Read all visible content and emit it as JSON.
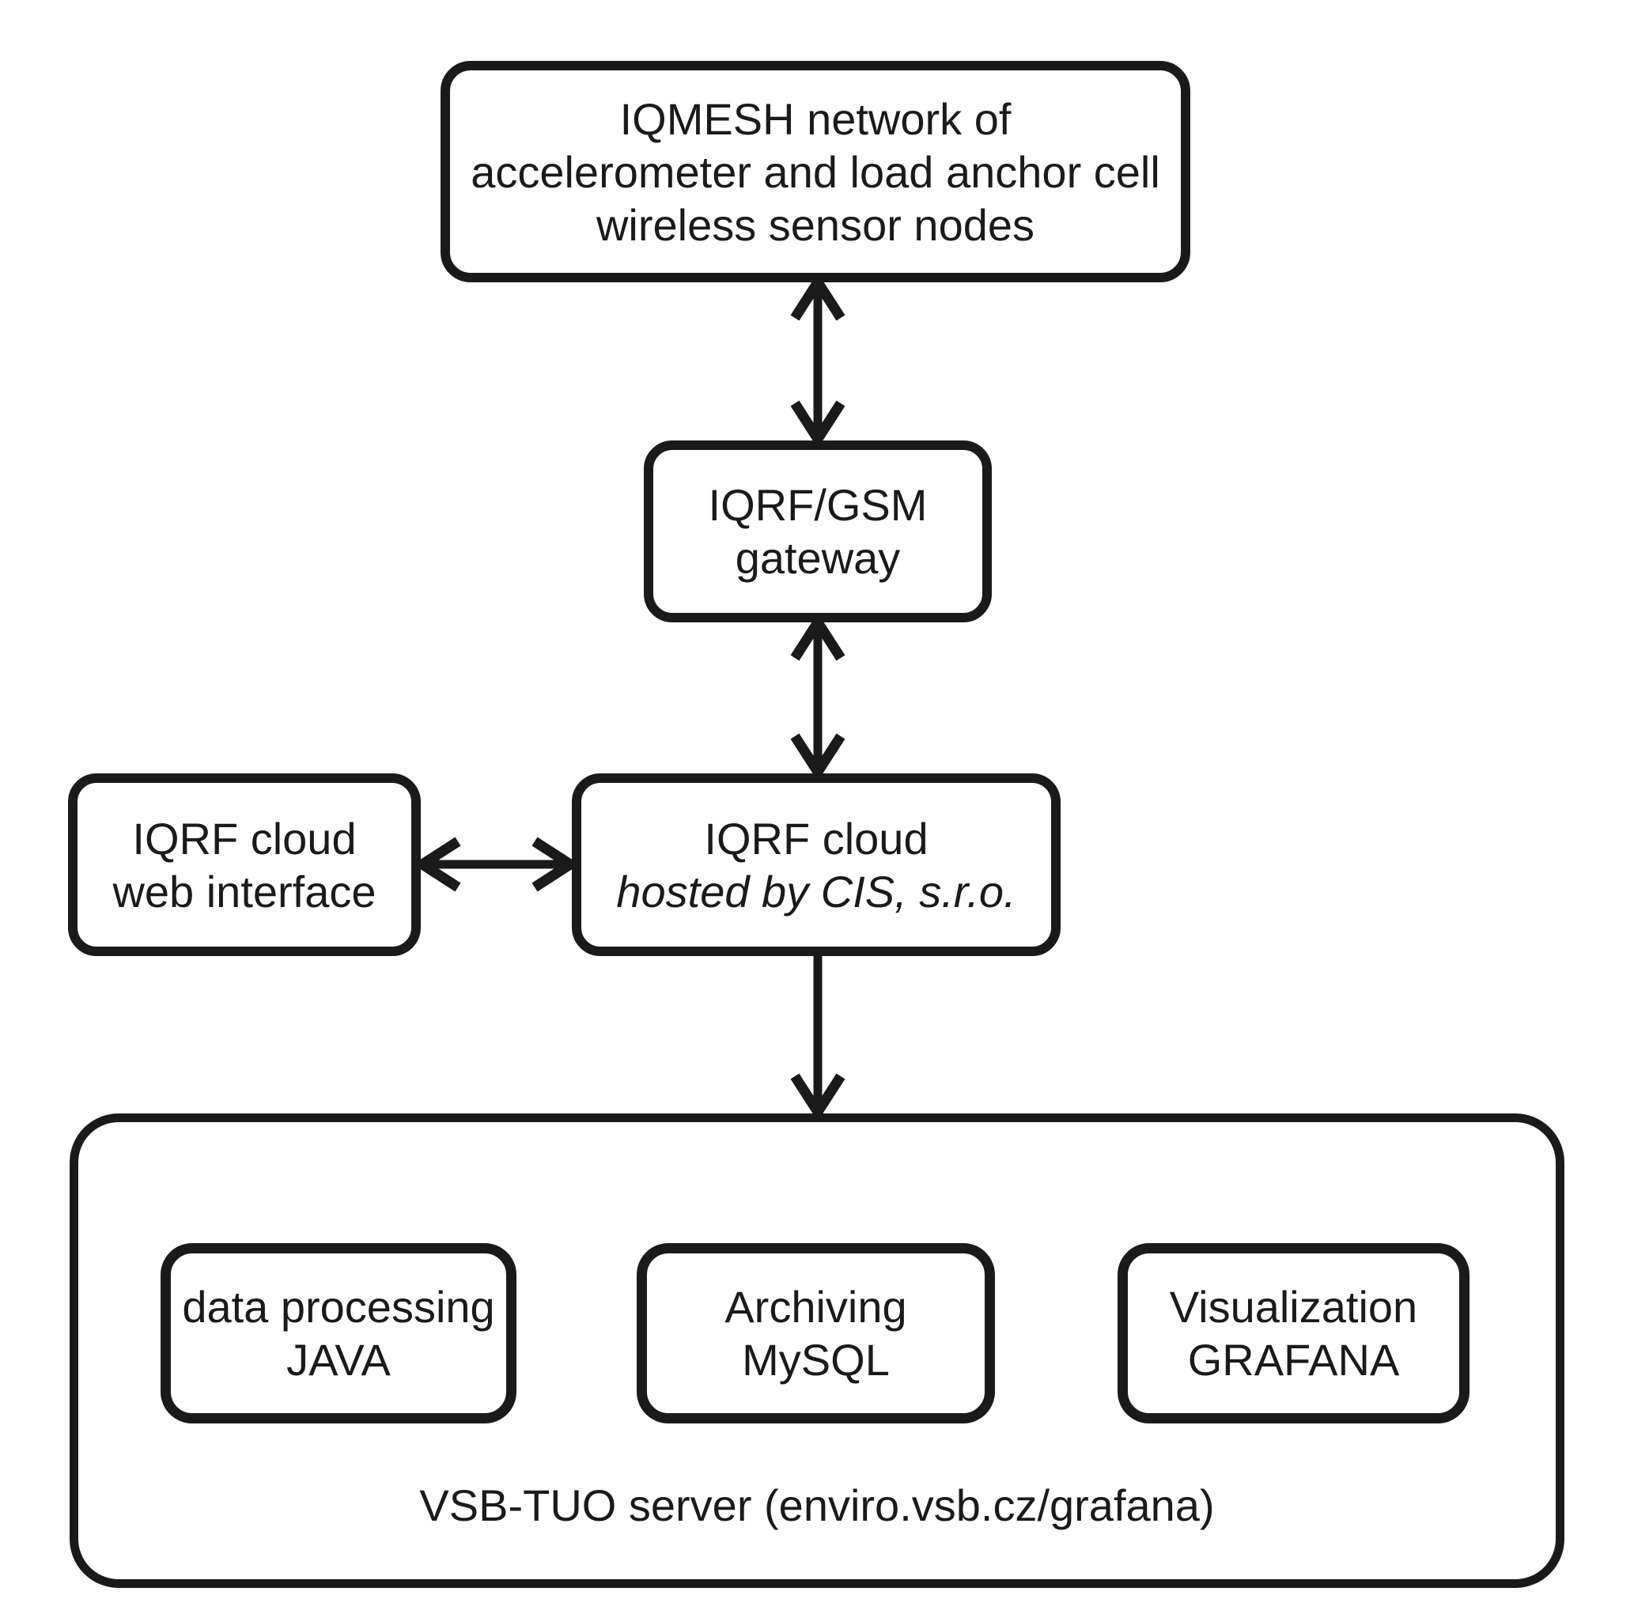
{
  "diagram": {
    "background": "#ffffff",
    "ink": "#1a1a1a",
    "nodes": {
      "iqmesh": {
        "lines": [
          "IQMESH network of",
          "accelerometer and load anchor cell",
          "wireless sensor nodes"
        ]
      },
      "gateway": {
        "lines": [
          "IQRF/GSM",
          "gateway"
        ]
      },
      "webui": {
        "lines": [
          "IQRF cloud",
          "web interface"
        ]
      },
      "cloud": {
        "title": "IQRF cloud",
        "subtitle": "hosted by CIS, s.r.o."
      },
      "java": {
        "lines": [
          "data processing",
          "JAVA"
        ]
      },
      "mysql": {
        "lines": [
          "Archiving",
          "MySQL"
        ]
      },
      "grafana": {
        "lines": [
          "Visualization",
          "GRAFANA"
        ]
      },
      "server": {
        "label": "VSB-TUO server (enviro.vsb.cz/grafana)"
      }
    },
    "edges": [
      {
        "from": "iqmesh-sensor-network",
        "to": "iqrf-gsm-gateway",
        "bidirectional": true
      },
      {
        "from": "iqrf-gsm-gateway",
        "to": "iqrf-cloud",
        "bidirectional": true
      },
      {
        "from": "iqrf-cloud-web-interface",
        "to": "iqrf-cloud",
        "bidirectional": true
      },
      {
        "from": "iqrf-cloud",
        "to": "vsb-tuo-server",
        "bidirectional": false
      },
      {
        "from": "data-processing-java",
        "to": "archiving-mysql",
        "bidirectional": false
      },
      {
        "from": "archiving-mysql",
        "to": "visualization-grafana",
        "bidirectional": false
      }
    ]
  }
}
